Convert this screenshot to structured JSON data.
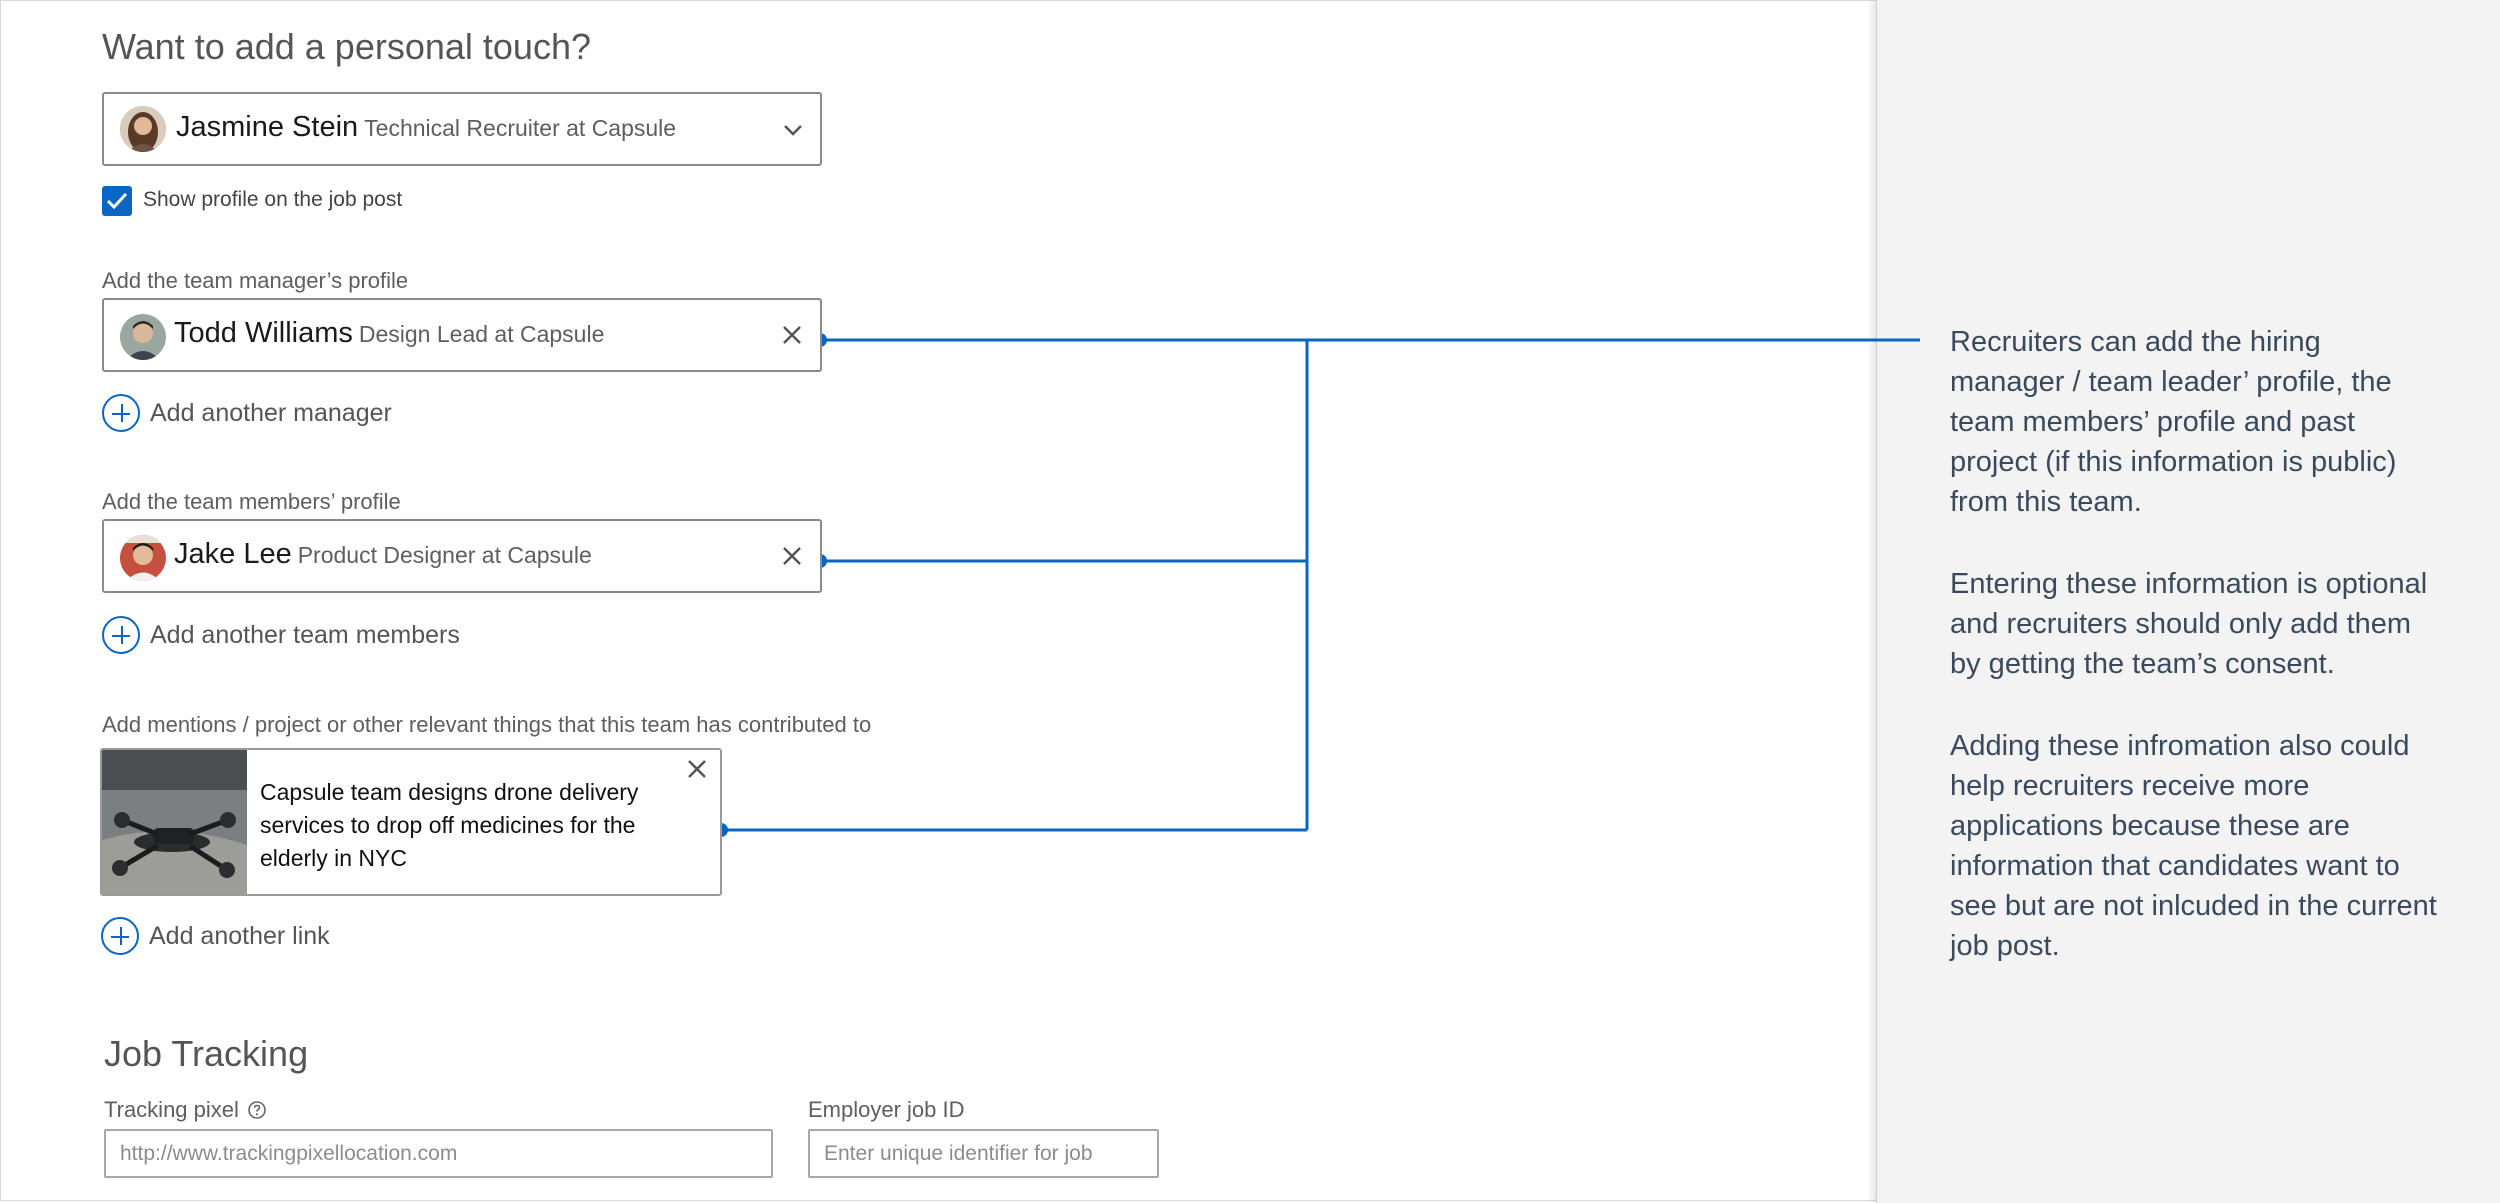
{
  "personal_touch": {
    "title": "Want to add a personal touch?",
    "selected_profile": {
      "name": "Jasmine Stein",
      "role": "Technical Recruiter at Capsule"
    },
    "show_profile_label": "Show profile on the job post",
    "show_profile_checked": true
  },
  "manager": {
    "label": "Add the team manager’s profile",
    "profile": {
      "name": "Todd Williams",
      "role": "Design Lead at Capsule"
    },
    "add_label": "Add another manager"
  },
  "members": {
    "label": "Add the team members’ profile",
    "profile": {
      "name": "Jake Lee",
      "role": "Product Designer at Capsule"
    },
    "add_label": "Add another team members"
  },
  "mentions": {
    "label": "Add mentions / project or other relevant things that this team has contributed to",
    "card_line1": "Capsule team designs drone delivery",
    "card_line2": "services to drop off medicines for the",
    "card_line3": "elderly in NYC",
    "add_label": "Add another link"
  },
  "job_tracking": {
    "title": "Job Tracking",
    "pixel_label": "Tracking pixel",
    "pixel_placeholder": "http://www.trackingpixellocation.com",
    "job_id_label": "Employer job ID",
    "job_id_placeholder": "Enter unique identifier for job"
  },
  "annotation": {
    "p1_l1": "Recruiters can add the hiring",
    "p1_l2": "manager / team leader’ profile, the",
    "p1_l3": "team members’ profile and past",
    "p1_l4": "project (if this information is public)",
    "p1_l5": "from this team.",
    "p2_l1": "Entering these information is optional",
    "p2_l2": "and recruiters should only add them",
    "p2_l3": "by getting the team’s consent.",
    "p3_l1": "Adding these infromation also could",
    "p3_l2": "help recruiters receive more",
    "p3_l3": "applications because these are",
    "p3_l4": "information that candidates want to",
    "p3_l5": "see but are not inlcuded in the current",
    "p3_l6": "job post."
  },
  "colors": {
    "accent": "#0a66c2",
    "annotation_text": "#3a4a5c",
    "panel_bg": "#f3f3f3"
  },
  "icons": {
    "dropdown": "chevron-down-icon",
    "checkbox": "checkmark-icon",
    "remove": "close-icon",
    "add": "plus-circle-icon",
    "help": "question-icon"
  }
}
